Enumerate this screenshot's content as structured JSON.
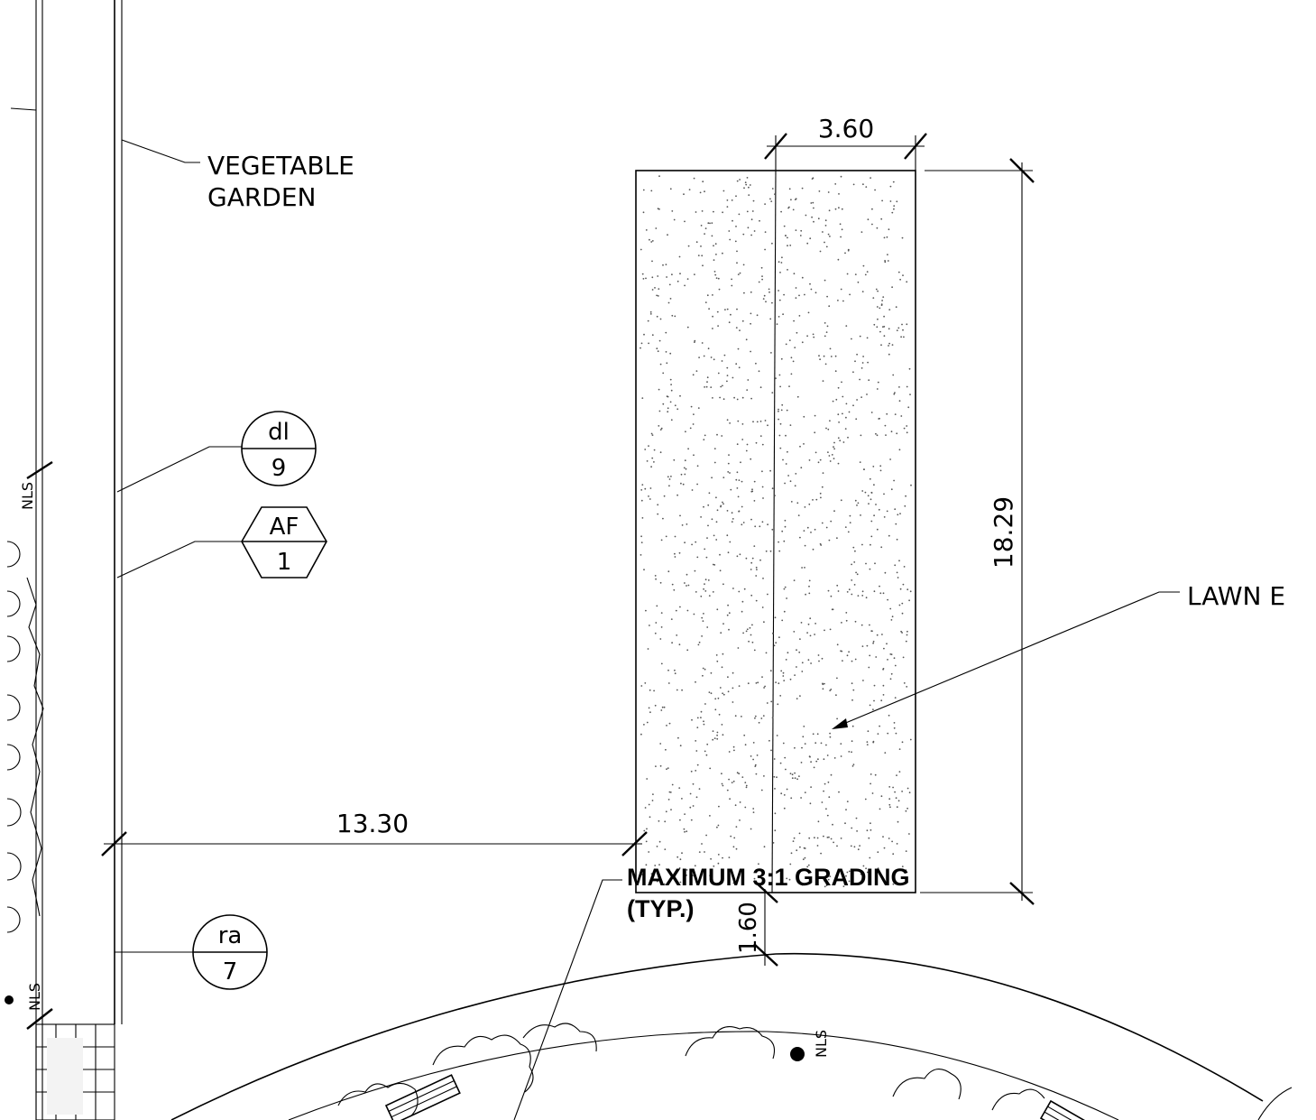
{
  "labels": {
    "vegetable_garden_line1": "VEGETABLE",
    "vegetable_garden_line2": "GARDEN",
    "lawn": "LAWN  E",
    "grading_line1": "MAXIMUM 3:1 GRADING",
    "grading_line2": "(TYP.)",
    "nls": "NLS"
  },
  "dimensions": {
    "width_top": "3.60",
    "height_right": "18.29",
    "offset_left": "13.30",
    "offset_bottom": "1.60"
  },
  "tags": [
    {
      "top": "dl",
      "bottom": "9"
    },
    {
      "top": "AF",
      "bottom": "1"
    },
    {
      "top": "ra",
      "bottom": "7"
    }
  ]
}
